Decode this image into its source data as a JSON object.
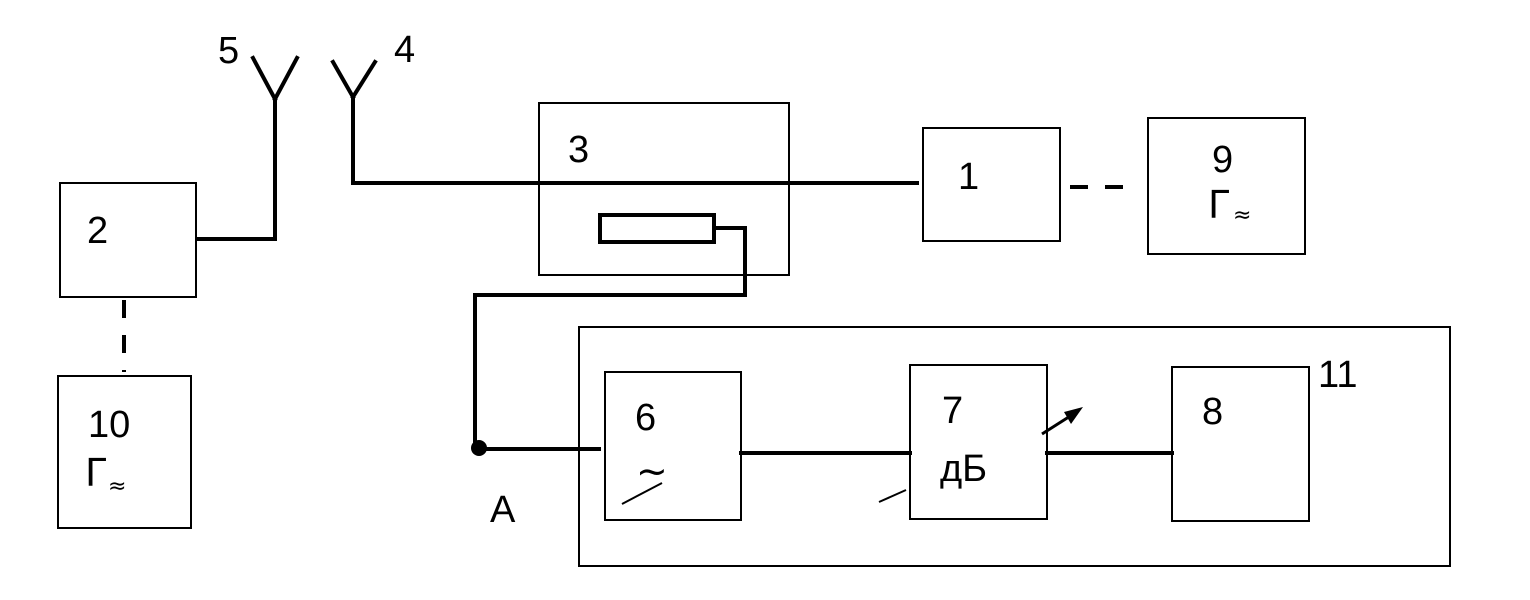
{
  "blocks": {
    "b1": {
      "number": "1"
    },
    "b2": {
      "number": "2"
    },
    "b3": {
      "number": "3"
    },
    "b6": {
      "number": "6",
      "symbol": "~"
    },
    "b7": {
      "number": "7",
      "unit": "дБ"
    },
    "b8": {
      "number": "8"
    },
    "b9": {
      "number": "9",
      "symbol": "Г",
      "subscript": "≈"
    },
    "b10": {
      "number": "10",
      "symbol": "Г",
      "subscript": "≈"
    },
    "b11": {
      "number": "11"
    }
  },
  "antennas": {
    "a4": {
      "number": "4"
    },
    "a5": {
      "number": "5"
    }
  },
  "node_a": {
    "label": "А"
  }
}
